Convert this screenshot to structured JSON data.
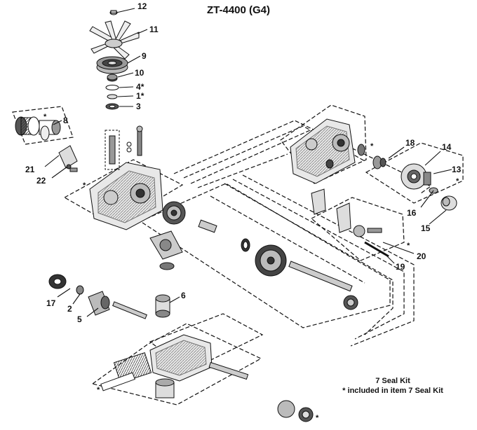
{
  "title": "ZT-4400 (G4)",
  "footer": {
    "line1": "7 Seal Kit",
    "line2": "* included in item 7 Seal Kit"
  },
  "callouts": [
    {
      "id": "12",
      "label": "12",
      "star": ""
    },
    {
      "id": "11",
      "label": "11",
      "star": ""
    },
    {
      "id": "9",
      "label": "9",
      "star": ""
    },
    {
      "id": "10",
      "label": "10",
      "star": ""
    },
    {
      "id": "4",
      "label": "4",
      "star": "*"
    },
    {
      "id": "1",
      "label": "1",
      "star": "*"
    },
    {
      "id": "3",
      "label": "3",
      "star": ""
    },
    {
      "id": "8",
      "label": "8",
      "star": ""
    },
    {
      "id": "21",
      "label": "21",
      "star": ""
    },
    {
      "id": "22",
      "label": "22",
      "star": ""
    },
    {
      "id": "18",
      "label": "18",
      "star": ""
    },
    {
      "id": "14",
      "label": "14",
      "star": ""
    },
    {
      "id": "13",
      "label": "13",
      "star": ""
    },
    {
      "id": "16",
      "label": "16",
      "star": ""
    },
    {
      "id": "15",
      "label": "15",
      "star": ""
    },
    {
      "id": "20",
      "label": "20",
      "star": ""
    },
    {
      "id": "19",
      "label": "19",
      "star": ""
    },
    {
      "id": "17",
      "label": "17",
      "star": ""
    },
    {
      "id": "2",
      "label": "2",
      "star": ""
    },
    {
      "id": "5",
      "label": "5",
      "star": ""
    },
    {
      "id": "6",
      "label": "6",
      "star": ""
    }
  ],
  "asterisk_marks": [
    "*",
    "*",
    "*",
    "*",
    "*",
    "*",
    "*"
  ]
}
